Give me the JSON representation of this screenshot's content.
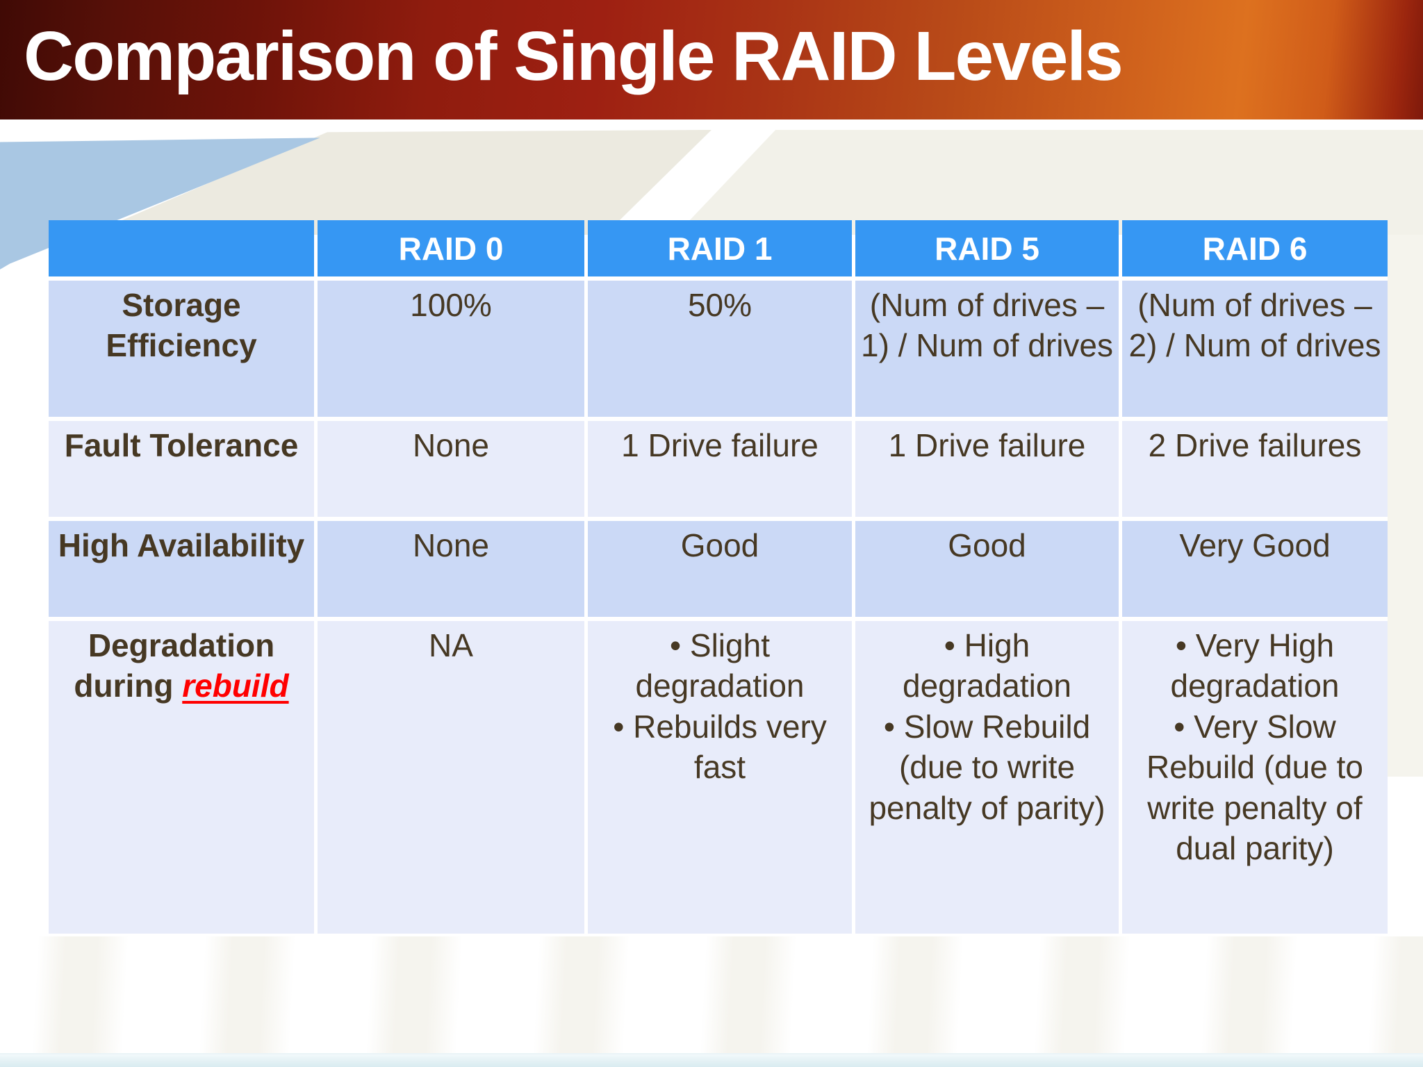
{
  "title": "Comparison of Single RAID Levels",
  "colors": {
    "title_text": "#FFFFFF",
    "band_dark_red": "#400A05",
    "band_red": "#9E2012",
    "band_orange": "#DD711F",
    "header_bg": "#3697F3",
    "header_text": "#FFFFFF",
    "row_dark_bg": "#CBD9F6",
    "row_light_bg": "#E8ECFA",
    "cell_text": "#463823",
    "rebuild_red": "#FF0000",
    "bg_blue_shape": "#A9C7E3",
    "bg_beige_shape": "#ECEAE0"
  },
  "table": {
    "bullet_char": "•",
    "columns": [
      "",
      "RAID 0",
      "RAID 1",
      "RAID 5",
      "RAID 6"
    ],
    "rows": [
      {
        "label": "Storage Efficiency",
        "values": [
          "100%",
          "50%",
          "(Num of drives – 1) / Num of drives",
          "(Num of drives – 2) / Num of drives"
        ]
      },
      {
        "label": "Fault Tolerance",
        "values": [
          "None",
          "1 Drive failure",
          "1 Drive failure",
          "2 Drive failures"
        ]
      },
      {
        "label": "High Availability",
        "values": [
          "None",
          "Good",
          "Good",
          "Very Good"
        ]
      },
      {
        "label": "Degradation during",
        "label_em": "rebuild",
        "values": [
          "NA",
          [
            "Slight degradation",
            "Rebuilds very fast"
          ],
          [
            "High degradation",
            "Slow Rebuild (due to write penalty of parity)"
          ],
          [
            "Very High degradation",
            "Very Slow Rebuild (due to write penalty of dual parity)"
          ]
        ]
      }
    ]
  }
}
